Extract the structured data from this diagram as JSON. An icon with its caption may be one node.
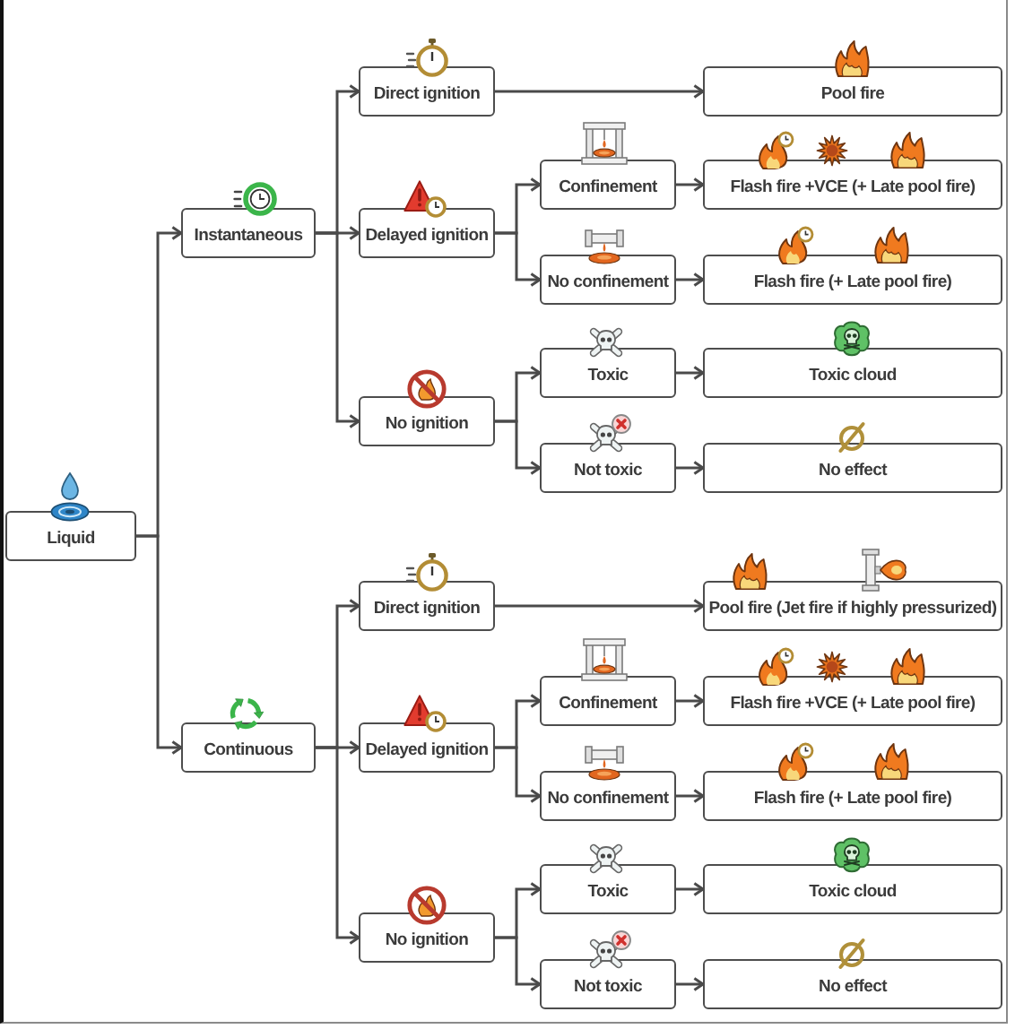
{
  "diagram": {
    "nodes": [
      {
        "text": [
          "Liquid"
        ]
      },
      {
        "text": [
          "Instantaneous"
        ]
      },
      {
        "text": [
          "Direct ignition"
        ]
      },
      {
        "text": [
          "Pool fire"
        ]
      },
      {
        "text": [
          "Delayed ignition"
        ]
      },
      {
        "text": [
          "Confinement"
        ]
      },
      {
        "text": [
          "Flash fire +VCE (+ Late pool fire)"
        ]
      },
      {
        "text": [
          "No confinement"
        ]
      },
      {
        "text": [
          "Flash fire (+ Late pool fire)"
        ]
      },
      {
        "text": [
          "No ignition"
        ]
      },
      {
        "text": [
          "Toxic"
        ]
      },
      {
        "text": [
          "Toxic cloud"
        ]
      },
      {
        "text": [
          "Not toxic"
        ]
      },
      {
        "text": [
          "No effect"
        ]
      },
      {
        "text": [
          "Continuous"
        ]
      },
      {
        "text": [
          "Direct ignition"
        ]
      },
      {
        "text": [
          "Pool fire (Jet fire if highly pressurized)"
        ]
      },
      {
        "text": [
          "Delayed ignition"
        ]
      },
      {
        "text": [
          "Confinement"
        ]
      },
      {
        "text": [
          "Flash fire +VCE (+ Late pool fire)"
        ]
      },
      {
        "text": [
          "No confinement"
        ]
      },
      {
        "text": [
          "Flash fire (+ Late pool fire)"
        ]
      },
      {
        "text": [
          "No ignition"
        ]
      },
      {
        "text": [
          "Toxic"
        ]
      },
      {
        "text": [
          "Toxic cloud"
        ]
      },
      {
        "text": [
          "Not toxic"
        ]
      },
      {
        "text": [
          "No effect"
        ]
      }
    ],
    "edges": [
      {
        "from": 0,
        "to": 1,
        "arrow": "to"
      },
      {
        "from": 0,
        "to": 14,
        "arrow": "to"
      },
      {
        "from": 1,
        "to": 2,
        "arrow": "to"
      },
      {
        "from": 1,
        "to": 4,
        "arrow": "to"
      },
      {
        "from": 1,
        "to": 9,
        "arrow": "to"
      },
      {
        "from": 2,
        "to": 3,
        "arrow": "to"
      },
      {
        "from": 4,
        "to": 5,
        "arrow": "to"
      },
      {
        "from": 4,
        "to": 7,
        "arrow": "to"
      },
      {
        "from": 5,
        "to": 6,
        "arrow": "to"
      },
      {
        "from": 7,
        "to": 8,
        "arrow": "to"
      },
      {
        "from": 9,
        "to": 10,
        "arrow": "to"
      },
      {
        "from": 9,
        "to": 12,
        "arrow": "to"
      },
      {
        "from": 10,
        "to": 11,
        "arrow": "to"
      },
      {
        "from": 12,
        "to": 13,
        "arrow": "to"
      },
      {
        "from": 14,
        "to": 15,
        "arrow": "to"
      },
      {
        "from": 14,
        "to": 17,
        "arrow": "to"
      },
      {
        "from": 14,
        "to": 22,
        "arrow": "to"
      },
      {
        "from": 15,
        "to": 16,
        "arrow": "to"
      },
      {
        "from": 17,
        "to": 18,
        "arrow": "to"
      },
      {
        "from": 17,
        "to": 20,
        "arrow": "to"
      },
      {
        "from": 18,
        "to": 19,
        "arrow": "to"
      },
      {
        "from": 20,
        "to": 21,
        "arrow": "to"
      },
      {
        "from": 22,
        "to": 23,
        "arrow": "to"
      },
      {
        "from": 22,
        "to": 25,
        "arrow": "to"
      },
      {
        "from": 23,
        "to": 24,
        "arrow": "to"
      },
      {
        "from": 25,
        "to": 26,
        "arrow": "to"
      }
    ]
  }
}
